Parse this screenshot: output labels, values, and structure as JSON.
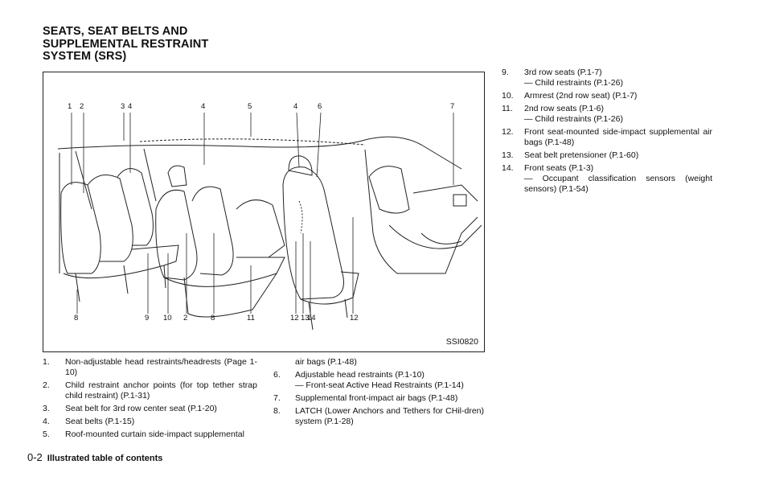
{
  "header": {
    "title_lines": [
      "SEATS, SEAT BELTS AND",
      "SUPPLEMENTAL RESTRAINT",
      "SYSTEM (SRS)"
    ]
  },
  "figure": {
    "code": "SSI0820",
    "top_callouts": [
      "1",
      "2",
      "3",
      "4",
      "4",
      "5",
      "4",
      "6",
      "7"
    ],
    "bottom_callouts": [
      "8",
      "9",
      "10",
      "2",
      "8",
      "11",
      "12",
      "13",
      "14",
      "12"
    ]
  },
  "list_left": [
    {
      "num": "1.",
      "text": "Non-adjustable head restraints/headrests (Page 1-10)"
    },
    {
      "num": "2.",
      "text": "Child restraint anchor points (for top tether strap child restraint) (P.1-31)"
    },
    {
      "num": "3.",
      "text": "Seat belt for 3rd row center seat (P.1-20)"
    },
    {
      "num": "4.",
      "text": "Seat belts (P.1-15)"
    },
    {
      "num": "5.",
      "text": "Roof-mounted curtain side-impact supplemental"
    }
  ],
  "list_middle": {
    "continuation": "air bags (P.1-48)",
    "items": [
      {
        "num": "6.",
        "text": "Adjustable head restraints (P.1-10)",
        "sub": "— Front-seat Active Head Restraints (P.1-14)"
      },
      {
        "num": "7.",
        "text": "Supplemental front-impact air bags (P.1-48)",
        "sub": ""
      },
      {
        "num": "8.",
        "text": "LATCH (Lower Anchors and Tethers for CHil-dren) system (P.1-28)",
        "sub": ""
      }
    ]
  },
  "list_right": [
    {
      "num": "9.",
      "text": "3rd row seats (P.1-7)",
      "sub": "— Child restraints (P.1-26)"
    },
    {
      "num": "10.",
      "text": "Armrest (2nd row seat) (P.1-7)",
      "sub": ""
    },
    {
      "num": "11.",
      "text": "2nd row seats (P.1-6)",
      "sub": "— Child restraints (P.1-26)"
    },
    {
      "num": "12.",
      "text": "Front seat-mounted side-impact supplemental air bags (P.1-48)",
      "sub": ""
    },
    {
      "num": "13.",
      "text": "Seat belt pretensioner (P.1-60)",
      "sub": ""
    },
    {
      "num": "14.",
      "text": "Front seats (P.1-3)",
      "sub": "— Occupant classification sensors (weight sensors) (P.1-54)"
    }
  ],
  "footer": {
    "page": "0-2",
    "section": "Illustrated table of contents"
  }
}
